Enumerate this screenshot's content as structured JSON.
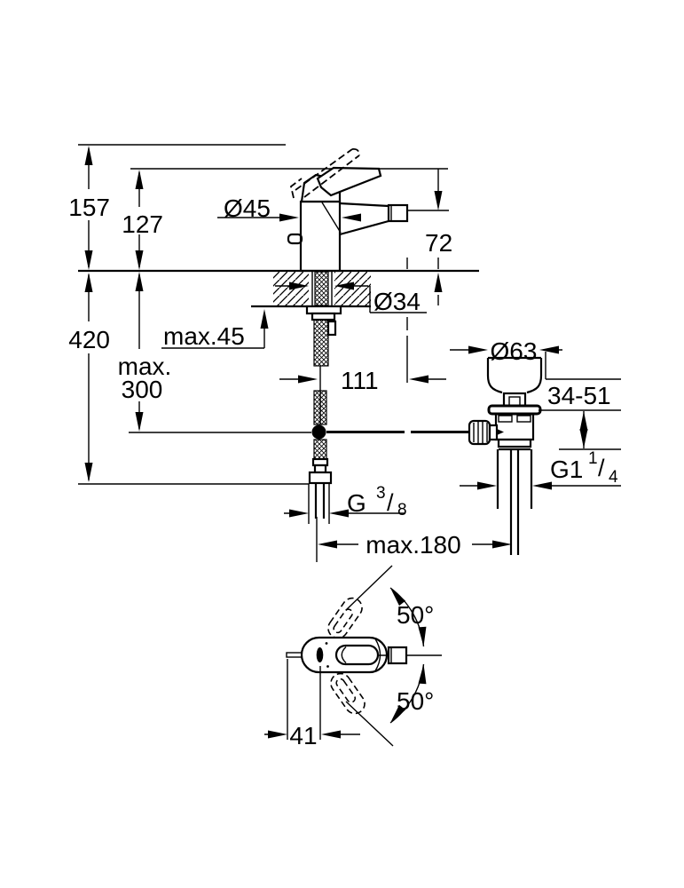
{
  "drawing": {
    "type": "bidet-mixer-dimensional-drawing",
    "unit": "mm",
    "colors": {
      "line": "#000000",
      "background": "#ffffff"
    },
    "dimensions": {
      "total_height": "157",
      "handle_height": "127",
      "depth_below_deck": "420",
      "hose_note_line1": "max.",
      "hose_note_line2": "300",
      "deck_thickness": "max.45",
      "body_diameter": "Ø45",
      "spout_height": "72",
      "hole_diameter": "Ø34",
      "waste_offset": "111",
      "waste_flange_diameter": "Ø63",
      "waste_flange_height": "34-51",
      "max_reach": "max.180",
      "swing_angle_upper": "50°",
      "swing_angle_lower": "50°",
      "handle_knob_offset": "41"
    },
    "threads": {
      "supply": {
        "prefix": "G",
        "sup": "3",
        "slash": "/",
        "sub": "8"
      },
      "waste": {
        "prefix": "G1",
        "sup": "1",
        "slash": "/",
        "sub": "4"
      }
    }
  }
}
